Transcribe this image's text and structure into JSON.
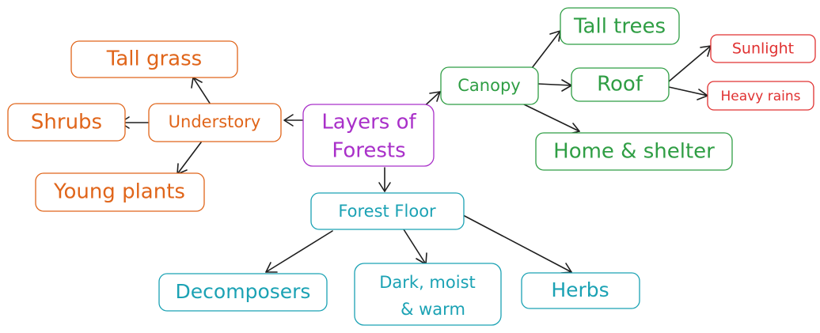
{
  "diagram": {
    "type": "mind-map",
    "colors": {
      "root": "#a930c9",
      "understory": "#e0651a",
      "canopy": "#2f9e44",
      "canopy_roof": "#e03131",
      "forest_floor": "#1ba2b4",
      "arrow": "#1e1e1e"
    },
    "root": {
      "line1": "Layers of",
      "line2": "Forests"
    },
    "understory": {
      "label": "Understory",
      "children": {
        "tall_grass": "Tall grass",
        "shrubs": "Shrubs",
        "young_plants": "Young plants"
      }
    },
    "canopy": {
      "label": "Canopy",
      "children": {
        "tall_trees": "Tall trees",
        "roof": "Roof",
        "home_shelter": "Home & shelter"
      },
      "roof_children": {
        "sunlight": "Sunlight",
        "heavy_rains": "Heavy rains"
      }
    },
    "forest_floor": {
      "label": "Forest Floor",
      "children": {
        "decomposers": "Decomposers",
        "dark_line1": "Dark, moist",
        "dark_line2": "& warm",
        "herbs": "Herbs"
      }
    }
  }
}
